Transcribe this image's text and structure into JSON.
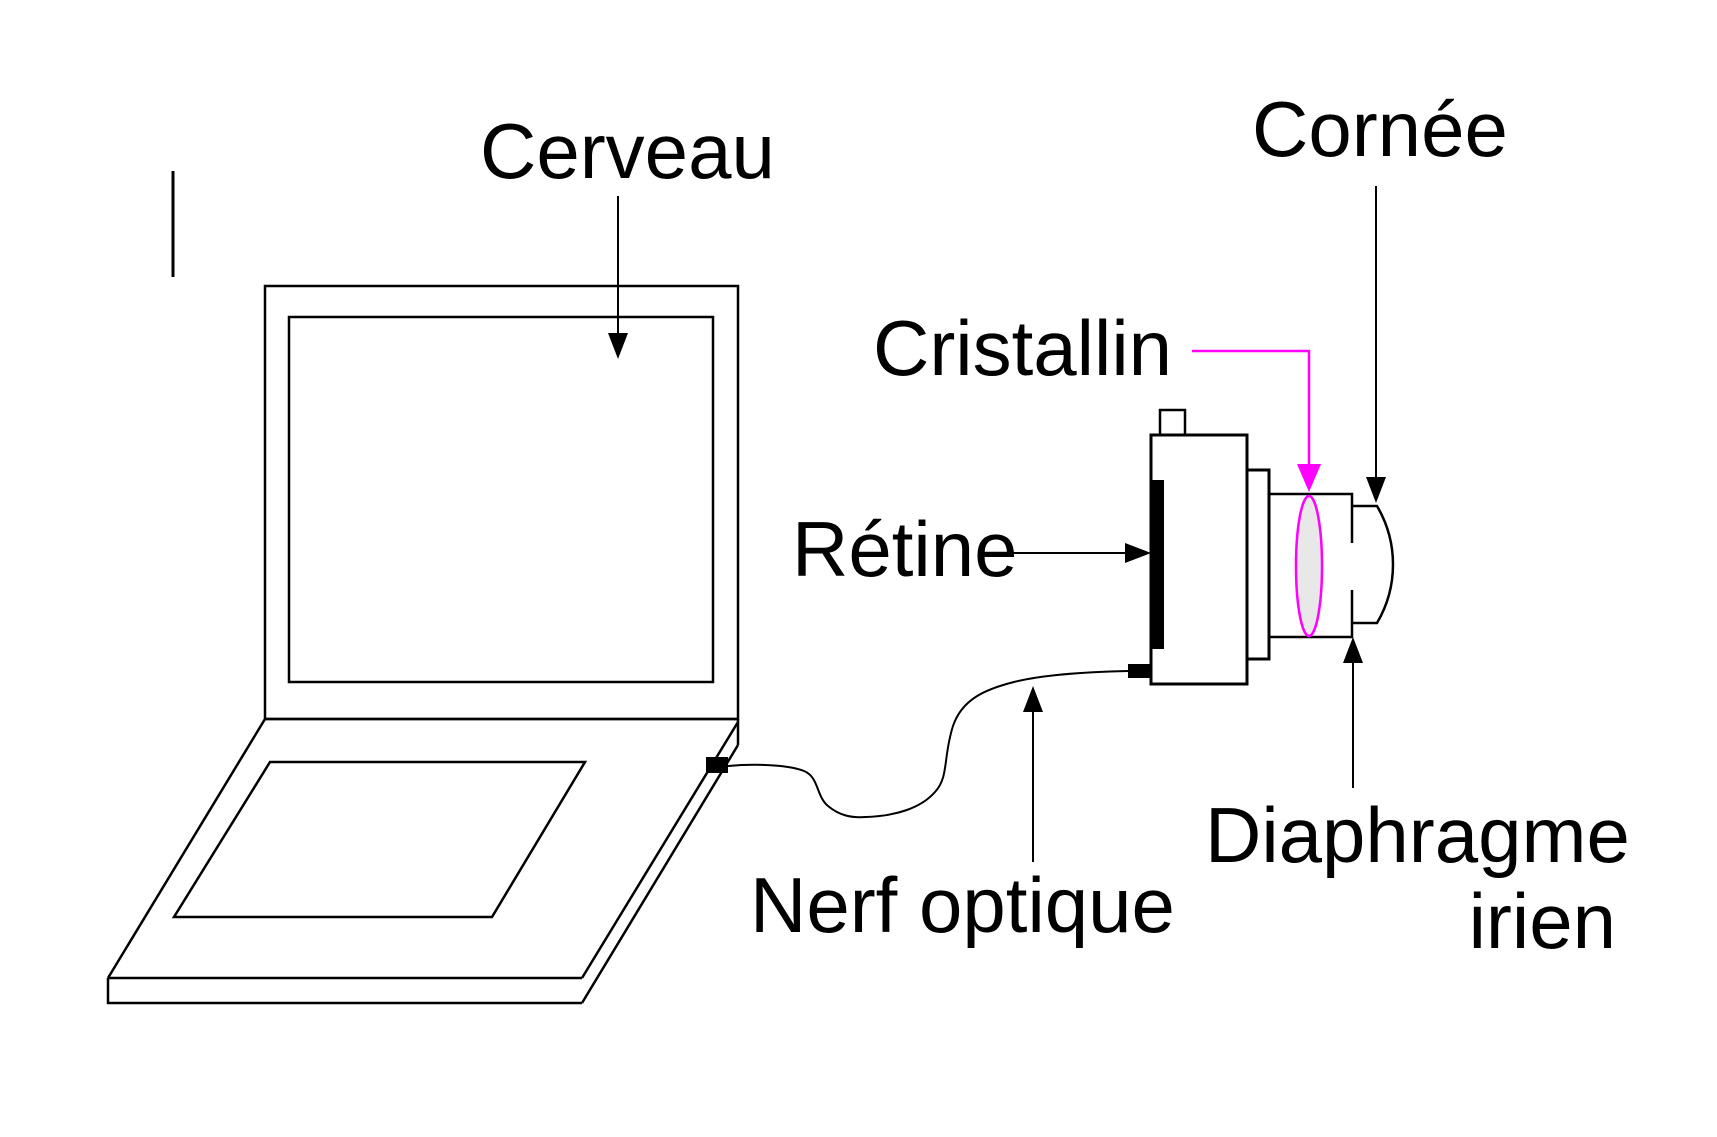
{
  "figure": {
    "title_context": "Analogie oeil / caméra : schéma légendé",
    "background": "#ffffff",
    "colors": {
      "line": "#000000",
      "accent": "#ff00ff",
      "lens_fill": "#e8e8e8"
    },
    "labels": {
      "cerveau": {
        "text": "Cerveau",
        "color": "#000000"
      },
      "cornee": {
        "text": "Cornée",
        "color": "#000000"
      },
      "cristallin": {
        "text": "Cristallin",
        "color": "#ff00ff"
      },
      "retine": {
        "text": "Rétine",
        "color": "#000000"
      },
      "nerf_optique": {
        "text": "Nerf optique",
        "color": "#000000"
      },
      "diaphragme": {
        "line1": "Diaphragme",
        "line2": "irien",
        "color": "#000000"
      }
    }
  }
}
